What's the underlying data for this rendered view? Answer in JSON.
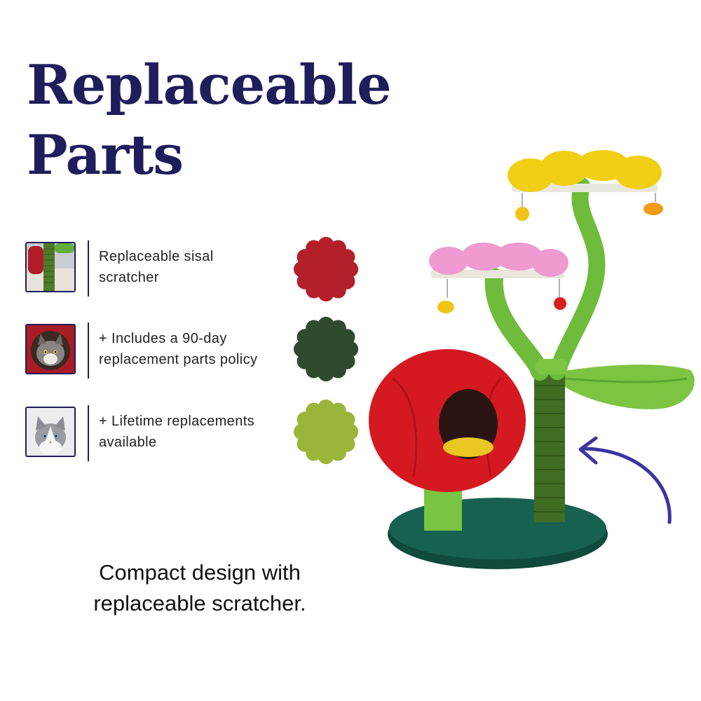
{
  "heading": {
    "line1": "Replaceable",
    "line2": "Parts"
  },
  "features": [
    {
      "text": "Replaceable sisal\nscratcher",
      "thumb": "sisal-scratcher-photo"
    },
    {
      "text": "+ Includes a 90-day\nreplacement parts policy",
      "thumb": "cat-in-condo-photo"
    },
    {
      "text": "+ Lifetime replacements\navailable",
      "thumb": "cat-portrait-photo"
    }
  ],
  "swatches": [
    {
      "color": "#b3202a",
      "name": "red-color-swatch"
    },
    {
      "color": "#2f4a2e",
      "name": "dark-green-color-swatch"
    },
    {
      "color": "#9bb53a",
      "name": "lime-green-color-swatch"
    }
  ],
  "caption": "Compact design with\nreplaceable scratcher.",
  "colors": {
    "navy": "#1f1d5c",
    "arrow": "#3a35a0"
  }
}
